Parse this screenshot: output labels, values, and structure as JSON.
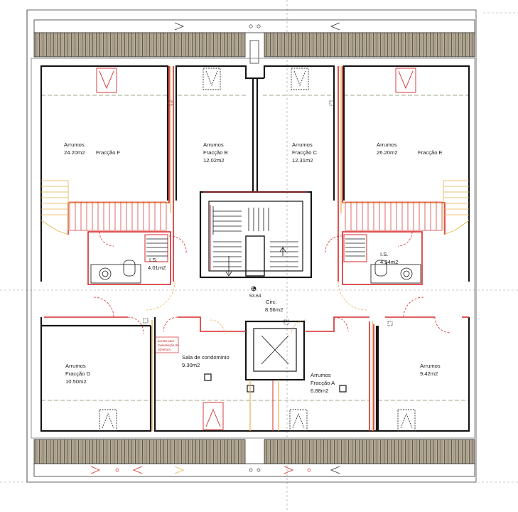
{
  "colors": {
    "wall": "#151515",
    "red_line": "#d62a2a",
    "yellow_line": "#e7b04a",
    "dashed": "#8a8a6a",
    "roof_fill": "#b7ad98",
    "roof_lines": "#5b5346"
  },
  "rooms": {
    "arrumos_f": {
      "line1": "Arrumos",
      "line2": "24.20m2"
    },
    "fraccao_f": {
      "label": "Fracção F"
    },
    "arrumos_b": {
      "line1": "Arrumos",
      "line2": "Fracção B",
      "line3": "12.02m2"
    },
    "arrumos_c": {
      "line1": "Arrumos",
      "line2": "Fracção C",
      "line3": "12.31m2"
    },
    "arrumos_e": {
      "line1": "Arrumos",
      "line2": "26.20m2"
    },
    "fraccao_e": {
      "label": "Fracção E"
    },
    "is_left": {
      "line1": "I.S.",
      "line2": "4.01m2"
    },
    "is_right": {
      "line1": "I.S.",
      "line2": "4.34m2"
    },
    "level_mark": {
      "value": "53.64"
    },
    "circ": {
      "line1": "Circ.",
      "line2": "8.56m2"
    },
    "arrumos_d": {
      "line1": "Arrumos",
      "line2": "Fracção D",
      "line3": "10.50m2"
    },
    "acesso_note": {
      "line1": "acesso para",
      "line2": "manutenção da",
      "line3": "cobertura"
    },
    "sala": {
      "line1": "Sala de condominio",
      "line2": "9.30m2"
    },
    "arrumos_a": {
      "line1": "Arrumos",
      "line2": "Fracção A",
      "line3": "6.88m2"
    },
    "arrumos_right_bottom": {
      "line1": "Arrumos",
      "line2": "9.42m2"
    }
  }
}
